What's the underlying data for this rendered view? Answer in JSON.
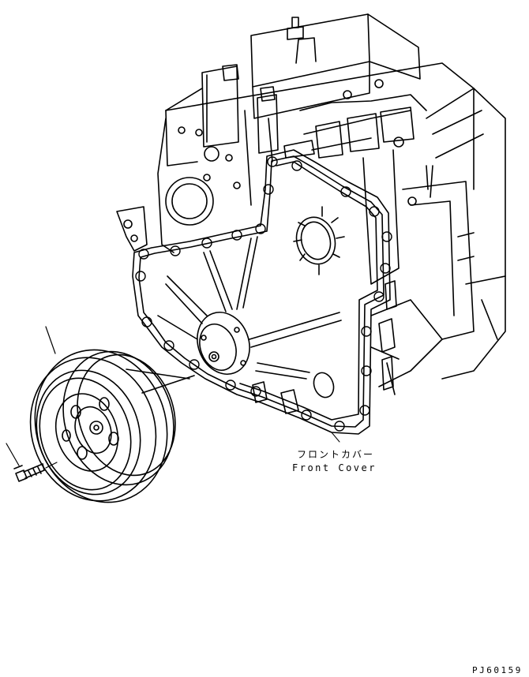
{
  "diagram": {
    "part_label_jp": "フロントカバー",
    "part_label_en": "Front Cover",
    "reference_code": "PJ60159",
    "line_color": "#000000",
    "background_color": "#ffffff"
  }
}
